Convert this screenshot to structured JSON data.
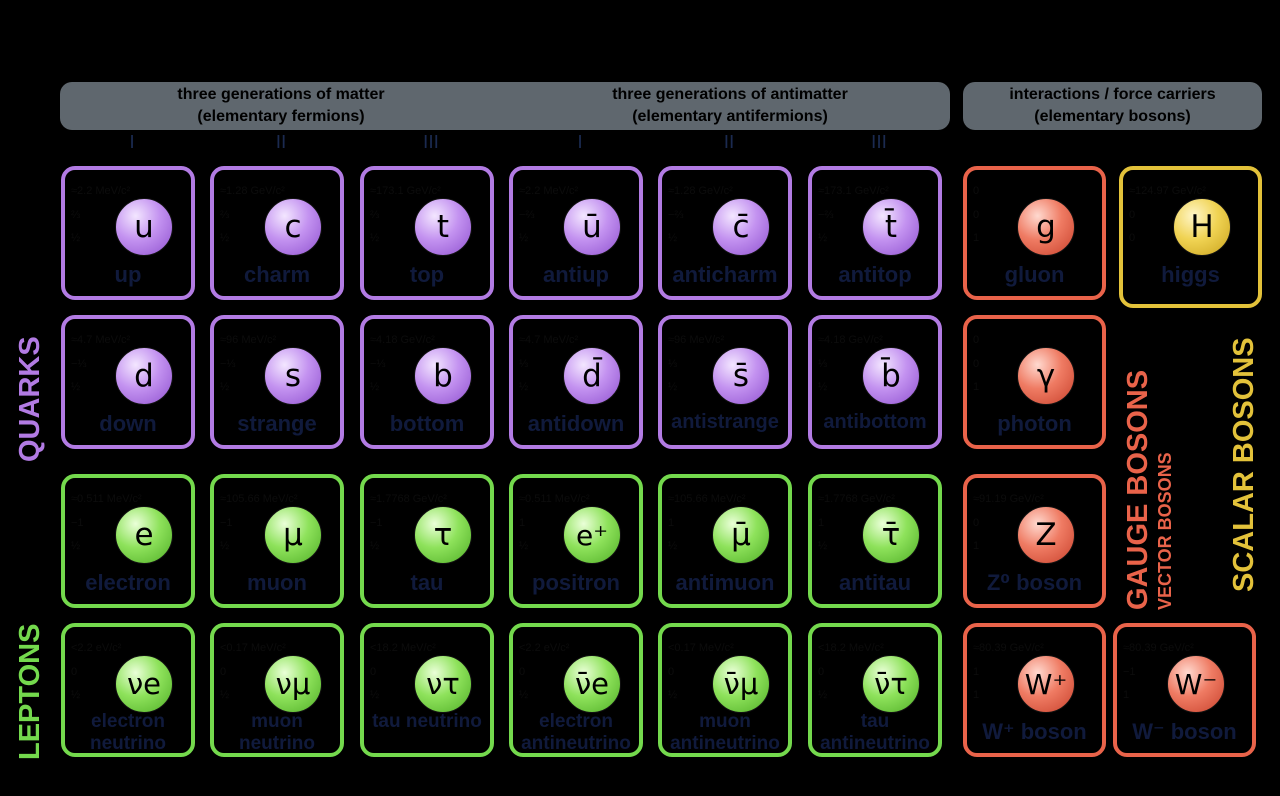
{
  "headers": {
    "matter": [
      "three generations of matter",
      "(elementary fermions)"
    ],
    "antimatter": [
      "three generations of antimatter",
      "(elementary antifermions)"
    ],
    "bosons": [
      "interactions / force carriers",
      "(elementary bosons)"
    ]
  },
  "generations": [
    "I",
    "II",
    "III",
    "I",
    "II",
    "III"
  ],
  "side_labels": {
    "quarks": "QUARKS",
    "leptons": "LEPTONS",
    "gauge_bosons": "GAUGE BOSONS",
    "vector_bosons": "VECTOR BOSONS",
    "scalar_bosons": "SCALAR BOSONS"
  },
  "colors": {
    "quark": "#b27be3",
    "lepton": "#74d94d",
    "gauge": "#e9634a",
    "scalar": "#e3c23a",
    "header_bg": "#5f676e"
  },
  "particles": {
    "up": {
      "mass": "≈2.2 MeV/c²",
      "charge": "⅔",
      "spin": "½",
      "symbol": "u",
      "name": "up"
    },
    "charm": {
      "mass": "≈1.28 GeV/c²",
      "charge": "⅔",
      "spin": "½",
      "symbol": "c",
      "name": "charm"
    },
    "top": {
      "mass": "≈173.1 GeV/c²",
      "charge": "⅔",
      "spin": "½",
      "symbol": "t",
      "name": "top"
    },
    "antiup": {
      "mass": "≈2.2 MeV/c²",
      "charge": "−⅔",
      "spin": "½",
      "symbol": "ū",
      "name": "antiup"
    },
    "anticharm": {
      "mass": "≈1.28 GeV/c²",
      "charge": "−⅔",
      "spin": "½",
      "symbol": "c̄",
      "name": "anticharm"
    },
    "antitop": {
      "mass": "≈173.1 GeV/c²",
      "charge": "−⅔",
      "spin": "½",
      "symbol": "t̄",
      "name": "antitop"
    },
    "gluon": {
      "mass": "0",
      "charge": "0",
      "spin": "1",
      "symbol": "g",
      "name": "gluon"
    },
    "higgs": {
      "mass": "≈124.97 GeV/c²",
      "charge": "0",
      "spin": "0",
      "symbol": "H",
      "name": "higgs"
    },
    "down": {
      "mass": "≈4.7 MeV/c²",
      "charge": "−⅓",
      "spin": "½",
      "symbol": "d",
      "name": "down"
    },
    "strange": {
      "mass": "≈96 MeV/c²",
      "charge": "−⅓",
      "spin": "½",
      "symbol": "s",
      "name": "strange"
    },
    "bottom": {
      "mass": "≈4.18 GeV/c²",
      "charge": "−⅓",
      "spin": "½",
      "symbol": "b",
      "name": "bottom"
    },
    "antidown": {
      "mass": "≈4.7 MeV/c²",
      "charge": "⅓",
      "spin": "½",
      "symbol": "d̄",
      "name": "antidown"
    },
    "antistrange": {
      "mass": "≈96 MeV/c²",
      "charge": "⅓",
      "spin": "½",
      "symbol": "s̄",
      "name": "antistrange"
    },
    "antibottom": {
      "mass": "≈4.18 GeV/c²",
      "charge": "⅓",
      "spin": "½",
      "symbol": "b̄",
      "name": "antibottom"
    },
    "photon": {
      "mass": "0",
      "charge": "0",
      "spin": "1",
      "symbol": "γ",
      "name": "photon"
    },
    "electron": {
      "mass": "≈0.511 MeV/c²",
      "charge": "−1",
      "spin": "½",
      "symbol": "e",
      "name": "electron"
    },
    "muon": {
      "mass": "≈105.66 MeV/c²",
      "charge": "−1",
      "spin": "½",
      "symbol": "μ",
      "name": "muon"
    },
    "tau": {
      "mass": "≈1.7768 GeV/c²",
      "charge": "−1",
      "spin": "½",
      "symbol": "τ",
      "name": "tau"
    },
    "positron": {
      "mass": "≈0.511 MeV/c²",
      "charge": "1",
      "spin": "½",
      "symbol": "e⁺",
      "name": "positron"
    },
    "antimuon": {
      "mass": "≈105.66 MeV/c²",
      "charge": "1",
      "spin": "½",
      "symbol": "μ̄",
      "name": "antimuon"
    },
    "antitau": {
      "mass": "≈1.7768 GeV/c²",
      "charge": "1",
      "spin": "½",
      "symbol": "τ̄",
      "name": "antitau"
    },
    "z_boson": {
      "mass": "≈91.19 GeV/c²",
      "charge": "0",
      "spin": "1",
      "symbol": "Z",
      "name": "Z⁰ boson"
    },
    "electron_neutrino": {
      "mass": "<2.2 eV/c²",
      "charge": "0",
      "spin": "½",
      "symbol": "νe",
      "name": "electron neutrino"
    },
    "muon_neutrino": {
      "mass": "<0.17 MeV/c²",
      "charge": "0",
      "spin": "½",
      "symbol": "νμ",
      "name": "muon neutrino"
    },
    "tau_neutrino": {
      "mass": "<18.2 MeV/c²",
      "charge": "0",
      "spin": "½",
      "symbol": "ντ",
      "name": "tau neutrino"
    },
    "electron_antineutrino": {
      "mass": "<2.2 eV/c²",
      "charge": "0",
      "spin": "½",
      "symbol": "ν̄e",
      "name": "electron antineutrino"
    },
    "muon_antineutrino": {
      "mass": "<0.17 MeV/c²",
      "charge": "0",
      "spin": "½",
      "symbol": "ν̄μ",
      "name": "muon antineutrino"
    },
    "tau_antineutrino": {
      "mass": "<18.2 MeV/c²",
      "charge": "0",
      "spin": "½",
      "symbol": "ν̄τ",
      "name": "tau antineutrino"
    },
    "w_plus": {
      "mass": "≈80.39 GeV/c²",
      "charge": "1",
      "spin": "1",
      "symbol": "W⁺",
      "name": "W⁺ boson"
    },
    "w_minus": {
      "mass": "≈80.39 GeV/c²",
      "charge": "−1",
      "spin": "1",
      "symbol": "W⁻",
      "name": "W⁻ boson"
    }
  }
}
